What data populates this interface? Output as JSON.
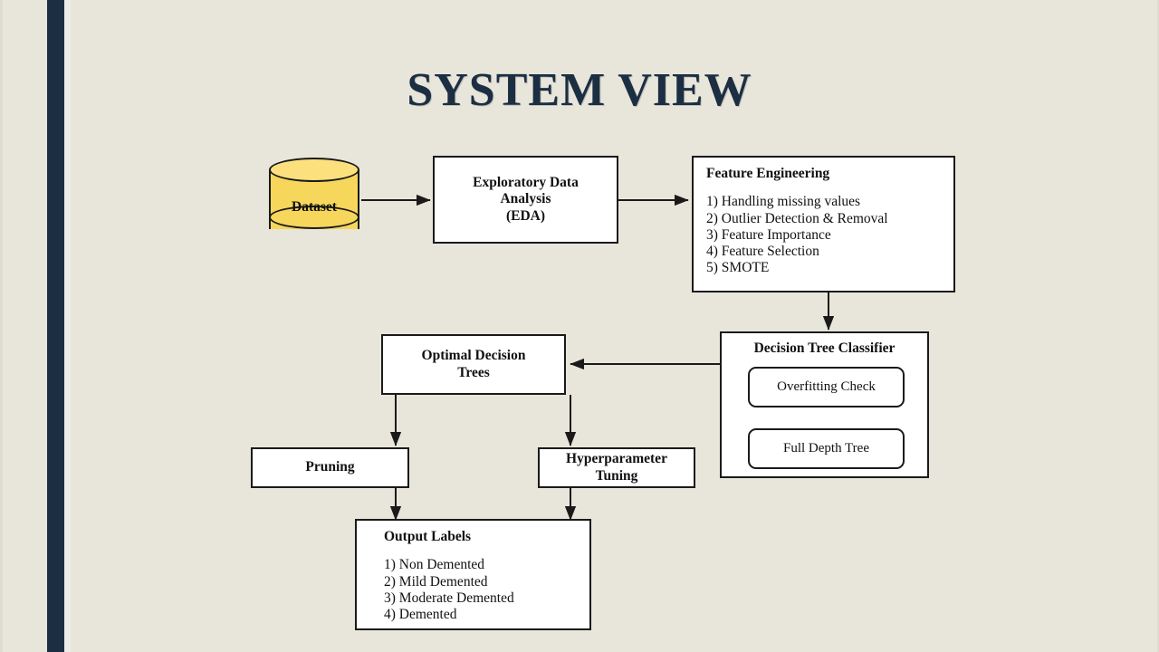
{
  "slide": {
    "title": "SYSTEM VIEW",
    "background_color": "#e8e5da",
    "accent_color": "#1b2e42"
  },
  "diagram": {
    "type": "flowchart",
    "nodes": {
      "dataset": {
        "label": "Dataset",
        "shape": "cylinder",
        "fill_color": "#f7d65c"
      },
      "eda": {
        "line1": "Exploratory Data",
        "line2": "Analysis",
        "line3": "(EDA)"
      },
      "feature_engineering": {
        "title": "Feature Engineering",
        "items": [
          "1) Handling missing values",
          "2) Outlier Detection & Removal",
          "3) Feature Importance",
          "4) Feature Selection",
          "5) SMOTE"
        ]
      },
      "decision_tree_classifier": {
        "title": "Decision Tree Classifier",
        "sub_boxes": [
          "Overfitting Check",
          "Full Depth Tree"
        ]
      },
      "optimal_decision_trees": {
        "line1": "Optimal Decision",
        "line2": "Trees"
      },
      "pruning": {
        "label": "Pruning"
      },
      "hyperparameter_tuning": {
        "line1": "Hyperparameter",
        "line2": "Tuning"
      },
      "output_labels": {
        "title": "Output Labels",
        "items": [
          "1) Non Demented",
          "2) Mild Demented",
          "3) Moderate Demented",
          "4) Demented"
        ]
      }
    },
    "edges": [
      {
        "from": "dataset",
        "to": "eda",
        "direction": "right"
      },
      {
        "from": "eda",
        "to": "feature_engineering",
        "direction": "right"
      },
      {
        "from": "feature_engineering",
        "to": "decision_tree_classifier",
        "direction": "down"
      },
      {
        "from": "decision_tree_classifier",
        "to": "optimal_decision_trees",
        "direction": "left"
      },
      {
        "from": "optimal_decision_trees",
        "to": "pruning",
        "direction": "down"
      },
      {
        "from": "optimal_decision_trees",
        "to": "hyperparameter_tuning",
        "direction": "down"
      },
      {
        "from": "pruning",
        "to": "output_labels",
        "direction": "down"
      },
      {
        "from": "hyperparameter_tuning",
        "to": "output_labels",
        "direction": "down"
      }
    ]
  }
}
